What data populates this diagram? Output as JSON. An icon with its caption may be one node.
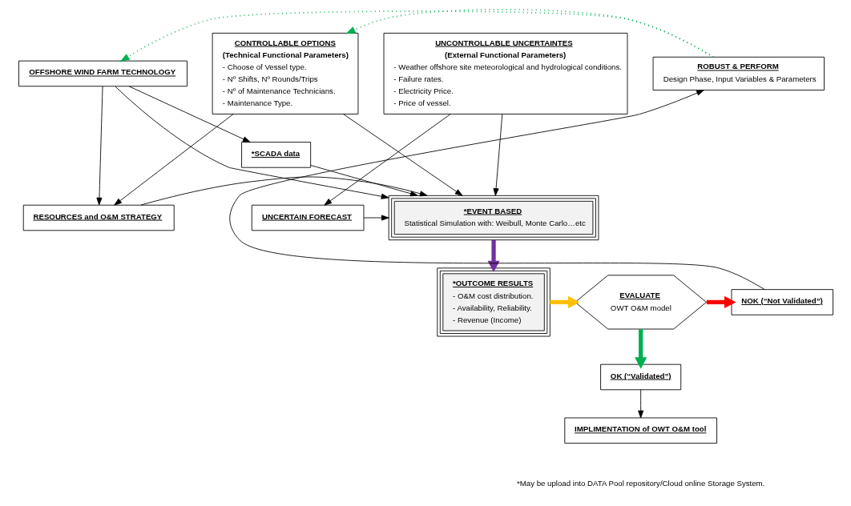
{
  "diagram": {
    "nodes": [
      {
        "text": [
          "OFFSHORE WIND FARM TECHNOLOGY"
        ]
      },
      {
        "text": [
          "CONTROLLABLE OPTIONS",
          "(Technical Functional Parameters)",
          "- Choose of Vessel type.",
          "- Nº Shifts, Nº Rounds/Trips",
          "- Nº of Maintenance Technicians.",
          "- Maintenance Type."
        ]
      },
      {
        "text": [
          "UNCONTROLLABLE UNCERTAINTES",
          "(External Functional Parameters)",
          "- Weather offshore site meteorological and hydrological conditions.",
          "- Failure rates.",
          "- Electricity Price.",
          "- Price of vessel."
        ]
      },
      {
        "text": [
          "RESOURCES and O&M STRATEGY"
        ]
      },
      {
        "text": [
          "*EVENT BASED",
          "Statistical Simulation with: Weibull, Monte Carlo…etc"
        ]
      },
      {
        "text": [
          "UNCERTAIN FORECAST"
        ]
      },
      {
        "text": [
          "*SCADA data"
        ]
      },
      {
        "text": [
          "ROBUST & PERFORM",
          "Design Phase, Input Variables & Parameters"
        ]
      },
      {
        "text": [
          "NOK (“Not Validated”)"
        ]
      },
      {
        "text": [
          "*OUTCOME RESULTS",
          "- O&M cost distribution.",
          "- Availability, Reliability.",
          "- Revenue (Income)"
        ]
      },
      {
        "text": [
          "EVALUATE",
          "OWT O&M model"
        ]
      },
      {
        "text": [
          "IMPLIMENTATION of OWT O&M tool"
        ]
      },
      {
        "text": [
          "OK (“Validated”)"
        ]
      }
    ],
    "edges": [
      {
        "from": 7,
        "to": 0,
        "arrow": "to",
        "style": "dashed",
        "color": "#00b050"
      },
      {
        "from": 7,
        "to": 1,
        "arrow": "to",
        "style": "dashed",
        "color": "#00b050"
      },
      {
        "from": 1,
        "to": 3,
        "arrow": "to"
      },
      {
        "from": 0,
        "to": 3,
        "arrow": "to"
      },
      {
        "from": 0,
        "to": 6,
        "arrow": "to"
      },
      {
        "from": 1,
        "to": 4,
        "arrow": "to"
      },
      {
        "from": 0,
        "to": 4,
        "arrow": "to"
      },
      {
        "from": 2,
        "to": 4,
        "arrow": "to"
      },
      {
        "from": 2,
        "to": 5,
        "arrow": "to"
      },
      {
        "from": 3,
        "to": 4,
        "arrow": "to"
      },
      {
        "from": 6,
        "to": 4,
        "arrow": "to"
      },
      {
        "from": 5,
        "to": 4,
        "arrow": "to"
      },
      {
        "from": 4,
        "to": 9,
        "arrow": "to",
        "style": "thick",
        "color": "#7030a0"
      },
      {
        "from": 9,
        "to": 10,
        "arrow": "to",
        "style": "thick",
        "color": "#ffc000"
      },
      {
        "from": 10,
        "to": 8,
        "arrow": "to",
        "style": "thick",
        "color": "#ff0000"
      },
      {
        "from": 8,
        "to": 7,
        "arrow": "to"
      },
      {
        "from": 10,
        "to": 12,
        "arrow": "to",
        "style": "thick",
        "color": "#00b050"
      },
      {
        "from": 12,
        "to": 11,
        "arrow": "to"
      }
    ],
    "labels": [
      "*May be upload into DATA Pool repository/Cloud online Storage System."
    ]
  }
}
